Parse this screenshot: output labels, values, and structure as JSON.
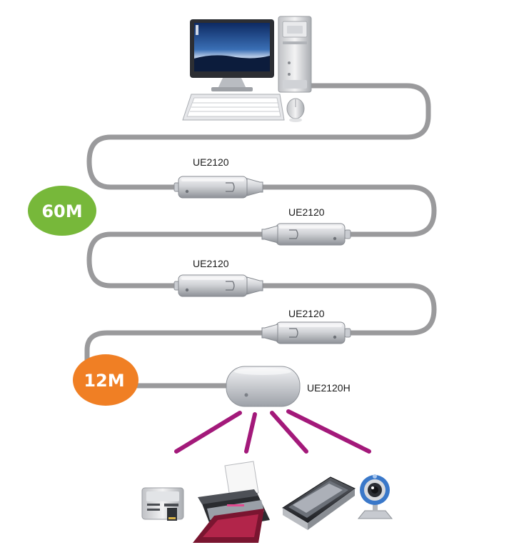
{
  "badges": {
    "distance_1": {
      "text": "60M",
      "color": "#77b83a"
    },
    "distance_2": {
      "text": "12M",
      "color": "#f07f24"
    }
  },
  "extenders": [
    {
      "label": "UE2120"
    },
    {
      "label": "UE2120"
    },
    {
      "label": "UE2120"
    },
    {
      "label": "UE2120"
    }
  ],
  "hub": {
    "label": "UE2120H"
  },
  "devices": [
    "card-reader-icon",
    "printer-icon",
    "scanner-icon",
    "webcam-icon"
  ],
  "colors": {
    "cable": "#9a9a9c",
    "device_link": "#a3197a"
  }
}
